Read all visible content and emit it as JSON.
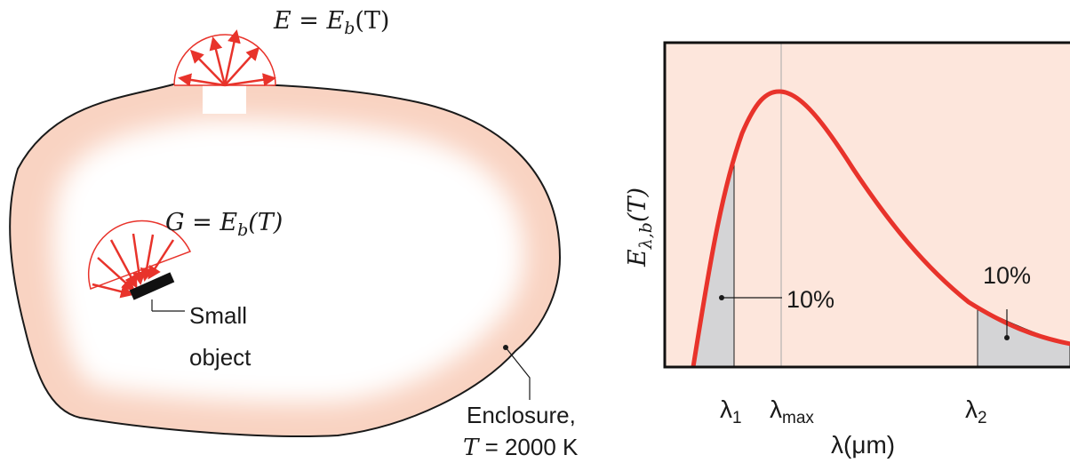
{
  "left_panel": {
    "emission_label": "E = E",
    "emission_sub": "b",
    "emission_tail": "(T)",
    "irradiation_label": "G = E",
    "irradiation_sub": "b",
    "irradiation_tail": "(T)",
    "small_object_line1": "Small",
    "small_object_line2": "object",
    "enclosure_line1": "Enclosure,",
    "enclosure_T": "T",
    "enclosure_value": " = 2000 K"
  },
  "right_panel": {
    "ylabel_main": "E",
    "ylabel_sub": "λ,b",
    "ylabel_tail": "(T)",
    "xlabel": "λ(μm)",
    "tick_lambda1": "λ",
    "tick_lambda1_sub": "1",
    "tick_lambdamax": "λ",
    "tick_lambdamax_sub": "max",
    "tick_lambda2": "λ",
    "tick_lambda2_sub": "2",
    "annotation_left": "10%",
    "annotation_right": "10%"
  },
  "colors": {
    "curve": "#e8332b",
    "fill_bg": "#fde6dc",
    "shaded": "#d4d4d6",
    "enclosure_glow": "#f7c8b5",
    "outline": "#1a1a1a"
  }
}
